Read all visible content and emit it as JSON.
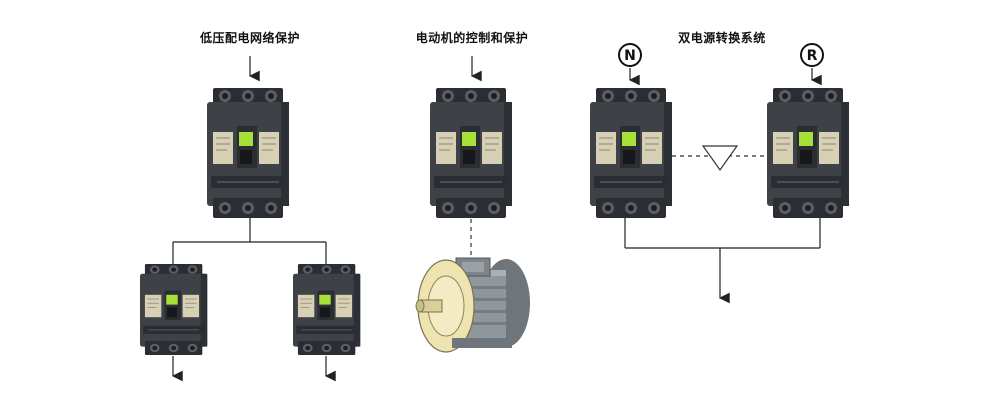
{
  "sections": {
    "low_voltage": {
      "title": "低压配电网络保护"
    },
    "motor": {
      "title": "电动机的控制和保护"
    },
    "dual_power": {
      "title": "双电源转换系统",
      "normal_badge": "N",
      "reserve_badge": "R"
    }
  },
  "colors": {
    "breaker_body": "#3e4247",
    "breaker_dark": "#2a2d31",
    "breaker_light": "#5a5f65",
    "label_panel": "#d8d0b4",
    "indicator": "#a6e038",
    "line": "#222222",
    "motor": "#8f969c"
  }
}
